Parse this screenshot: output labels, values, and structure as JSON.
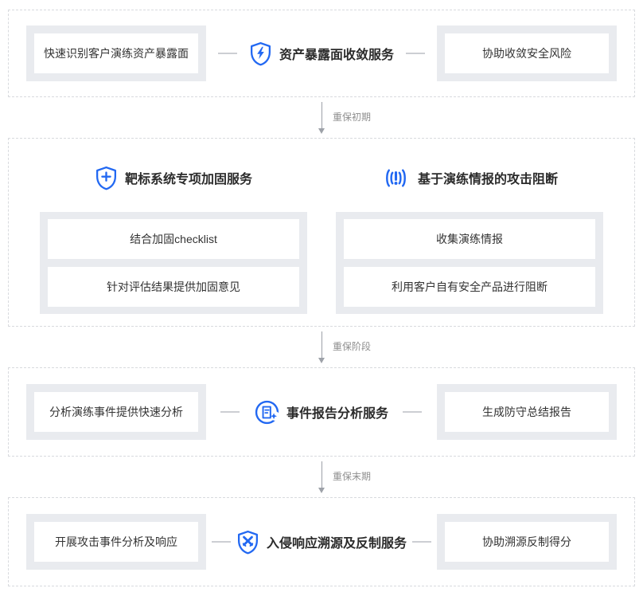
{
  "colors": {
    "accent": "#2268F2",
    "box_background": "#E9EBEF",
    "card_background": "#FFFFFF",
    "dashed_border": "#D8DADE",
    "text": "#333333",
    "connector_label": "#8E8E8E"
  },
  "connectors": [
    {
      "label": "重保初期"
    },
    {
      "label": "重保阶段"
    },
    {
      "label": "重保末期"
    }
  ],
  "stages": [
    {
      "layout": "flow",
      "left_card": "快速识别客户演练资产暴露面",
      "service": {
        "icon": "shield-lightning-icon",
        "title": "资产暴露面收敛服务"
      },
      "right_card": "协助收敛安全风险"
    },
    {
      "layout": "columns",
      "columns": [
        {
          "service": {
            "icon": "shield-plus-icon",
            "title": "靶标系统专项加固服务"
          },
          "items": [
            "结合加固checklist",
            "针对评估结果提供加固意见"
          ]
        },
        {
          "service": {
            "icon": "broadcast-alert-icon",
            "title": "基于演练情报的攻击阻断"
          },
          "items": [
            "收集演练情报",
            "利用客户自有安全产品进行阻断"
          ]
        }
      ]
    },
    {
      "layout": "flow",
      "left_card": "分析演练事件提供快速分析",
      "service": {
        "icon": "report-document-icon",
        "title": "事件报告分析服务"
      },
      "right_card": "生成防守总结报告"
    },
    {
      "layout": "flow",
      "left_card": "开展攻击事件分析及响应",
      "service": {
        "icon": "shield-swords-icon",
        "title": "入侵响应溯源及反制服务"
      },
      "right_card": "协助溯源反制得分"
    }
  ]
}
